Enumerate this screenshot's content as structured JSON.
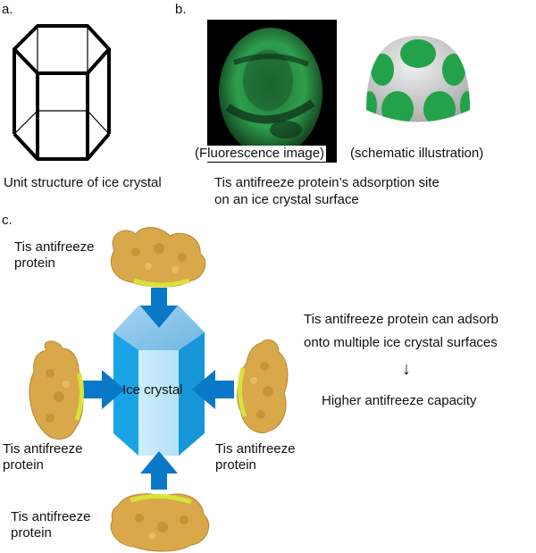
{
  "panel_a": {
    "letter": "a.",
    "caption": "Unit structure of ice crystal"
  },
  "panel_b": {
    "letter": "b.",
    "fluorescence_label": "(Fluorescence image)",
    "schematic_label": "(schematic illustration)",
    "caption_line1": "Tis antifreeze protein’s adsorption site",
    "caption_line2": "on an ice crystal surface",
    "colors": {
      "fluorescence_green": "#2e9e4d",
      "schematic_green": "#22a34a",
      "schematic_gray": "#c9c9c9"
    }
  },
  "panel_c": {
    "letter": "c.",
    "center_label": "Ice crystal",
    "protein_labels": {
      "top": "Tis antifreeze\nprotein",
      "left": "Tis antifreeze\nprotein",
      "right": "Tis antifreeze\nprotein",
      "bottom": "Tis antifreeze\nprotein"
    },
    "statement_line1": "Tis antifreeze protein can adsorb",
    "statement_line2": "onto multiple ice crystal surfaces",
    "arrow_symbol": "↓",
    "result": "Higher antifreeze capacity",
    "colors": {
      "arrow_blue": "#0a78c8",
      "crystal_light": "#bfe6f8",
      "crystal_side": "#1aa4e6",
      "crystal_top": "#8cc5e8",
      "protein": "#d9a84a",
      "protein_contact": "#d8e23a"
    }
  }
}
